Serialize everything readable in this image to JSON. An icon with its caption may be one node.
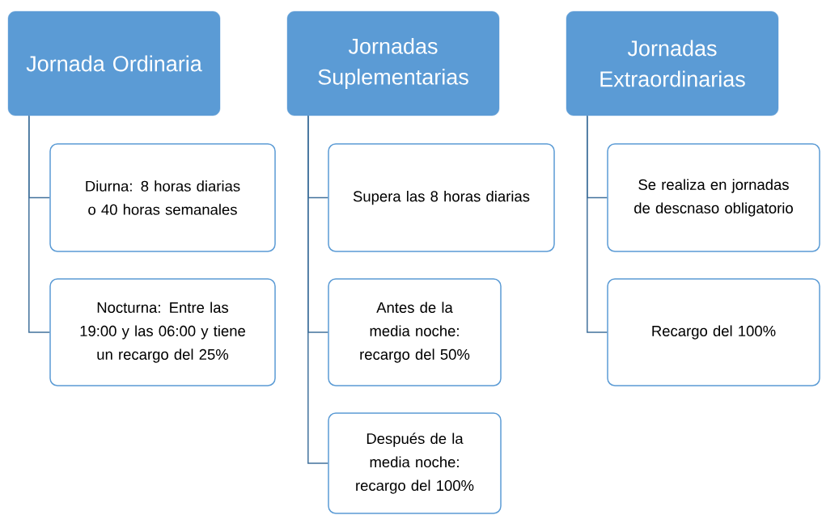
{
  "diagram": {
    "nodes": [
      {
        "text": [
          "Jornada Ordinaria"
        ]
      },
      {
        "text": [
          "Diurna: 8 horas diarias o 40 horas semanales"
        ]
      },
      {
        "text": [
          "Nocturna: Entre las 19:00 y las 06:00 y tiene un recargo del 25%"
        ]
      },
      {
        "text": [
          "Jornadas Suplementarias"
        ]
      },
      {
        "text": [
          "Supera las 8 horas diarias"
        ]
      },
      {
        "text": [
          "Antes de la media noche: recargo del 50%"
        ]
      },
      {
        "text": [
          "Después de la media noche: recargo del 100%"
        ]
      },
      {
        "text": [
          "Jornadas Extraordinarias"
        ]
      },
      {
        "text": [
          "Se realiza en jornadas de descnaso obligatorio"
        ]
      },
      {
        "text": [
          "Recargo del 100%"
        ]
      }
    ],
    "edges": [
      {
        "from": 0,
        "to": 1,
        "arrow": "none"
      },
      {
        "from": 0,
        "to": 2,
        "arrow": "none"
      },
      {
        "from": 3,
        "to": 4,
        "arrow": "none"
      },
      {
        "from": 3,
        "to": 5,
        "arrow": "none"
      },
      {
        "from": 3,
        "to": 6,
        "arrow": "none"
      },
      {
        "from": 7,
        "to": 8,
        "arrow": "none"
      },
      {
        "from": 7,
        "to": 9,
        "arrow": "none"
      }
    ]
  }
}
